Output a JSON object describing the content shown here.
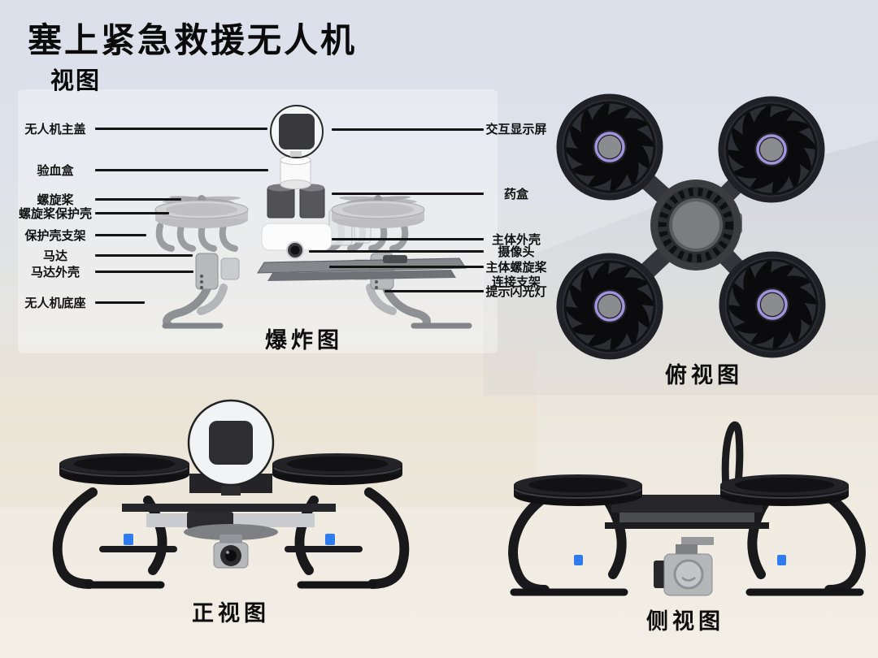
{
  "header": {
    "title": "塞上紧急救援无人机",
    "subtitle": "视图"
  },
  "exploded": {
    "caption": "爆炸图",
    "left_labels": [
      "无人机主盖",
      "验血盒",
      "螺旋桨",
      "螺旋桨保护壳",
      "保护壳支架",
      "马达",
      "马达外壳",
      "无人机底座"
    ],
    "right_labels": [
      "交互显示屏",
      "药盒",
      "主体外壳",
      "摄像头",
      "主体螺旋桨\n连接支架",
      "提示闪光灯"
    ]
  },
  "views": {
    "top": {
      "caption": "俯视图"
    },
    "front": {
      "caption": "正视图"
    },
    "side": {
      "caption": "侧视图"
    }
  },
  "colors": {
    "accent_blue": "#2f7bf2",
    "rotor_hub_purple": "#a193dd",
    "ink": "#111111"
  }
}
